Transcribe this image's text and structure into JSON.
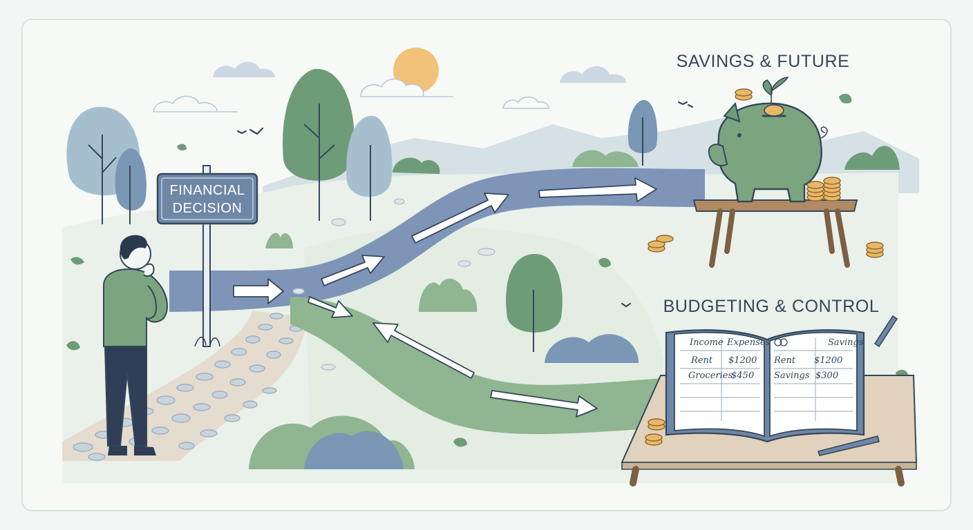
{
  "signpost": {
    "line1": "FINANCIAL",
    "line2": "DECISION"
  },
  "destinations": {
    "savings": {
      "title": "SAVINGS & FUTURE"
    },
    "budgeting": {
      "title": "BUDGETING & CONTROL"
    }
  },
  "ledger": {
    "left_page": {
      "header_col1": "Income",
      "header_col2": "Expenses",
      "rows": [
        {
          "label": "Rent",
          "amount": "$1200"
        },
        {
          "label": "Groceries",
          "amount": "$450"
        }
      ]
    },
    "right_page": {
      "header_col1": "Savings",
      "rows": [
        {
          "label": "Rent",
          "amount": "$1200"
        },
        {
          "label": "Savings",
          "amount": "$300"
        }
      ]
    }
  },
  "colors": {
    "background": "#f3f6f4",
    "road_blue": "#7e95b8",
    "road_green": "#8fb591",
    "tree_green": "#6e9c78",
    "tree_blue": "#a6bfcf",
    "ink": "#34475a",
    "sun": "#f2c27b",
    "sign": "#6f87a6",
    "wood": "#b18a64",
    "desk": "#e1d2bd"
  },
  "icons": [
    "person-icon",
    "signpost-icon",
    "piggy-bank-icon",
    "coin-stack-icon",
    "open-ledger-icon",
    "pen-icon",
    "tree-icon",
    "cloud-icon",
    "sun-icon",
    "arrow-icon"
  ]
}
